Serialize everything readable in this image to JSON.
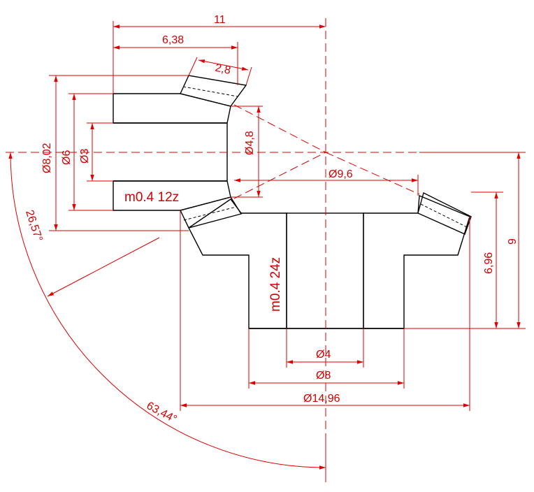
{
  "dimensions": {
    "total_length": "11",
    "pinion_length": "6,38",
    "tooth_width": "2,8",
    "pinion_outer_dia": "Ø8,02",
    "pinion_body_dia": "Ø6",
    "pinion_bore": "Ø3",
    "pinion_front_dia": "Ø4,8",
    "gear_pitch_dia": "Ø9,6",
    "gear_height": "9",
    "gear_body_height": "6,96",
    "gear_bore": "Ø4",
    "gear_hub_dia": "Ø8",
    "gear_outer_dia": "Ø14,96",
    "angle_pinion": "26,57°",
    "angle_gear": "63,44°"
  },
  "labels": {
    "pinion": "m0.4 12z",
    "gear": "m0.4 24z"
  },
  "colors": {
    "dimension": "#e00000",
    "outline": "#000000",
    "hatch": "#c00000"
  }
}
